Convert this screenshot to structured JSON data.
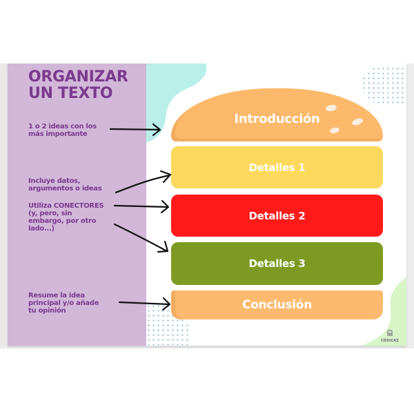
{
  "slide": {
    "title_line1": "ORGANIZAR",
    "title_line2": "UN TEXTO",
    "colors": {
      "sidebar": "#d2b7d9",
      "title": "#7a3a8c",
      "bun": "#fdb96b",
      "detalles1": "#fcd95c",
      "detalles2": "#ff1a1a",
      "detalles3": "#7e9a22",
      "conclusion": "#fdba6e",
      "mint_blob": "#b8efe9",
      "green_blob": "#d7f5c6"
    }
  },
  "notes": [
    {
      "text": "1 o 2 ideas con los\nmás importante"
    },
    {
      "text": "Incluye datos,\nargumentos o ideas"
    },
    {
      "text": "Utiliza CONECTORES\n (y, pero, sin\nembargo, por otro\nlado...)"
    },
    {
      "text": "Resume la idea\nprincipal y/o añade\ntu opinión"
    }
  ],
  "burger": {
    "top_bun": "Introducción",
    "layers": [
      {
        "label": "Detalles 1"
      },
      {
        "label": "Detalles 2"
      },
      {
        "label": "Detalles 3"
      }
    ],
    "bottom_bun": "Conclusión"
  },
  "logo": {
    "icon": "building-icon",
    "text": "COSICAS"
  }
}
